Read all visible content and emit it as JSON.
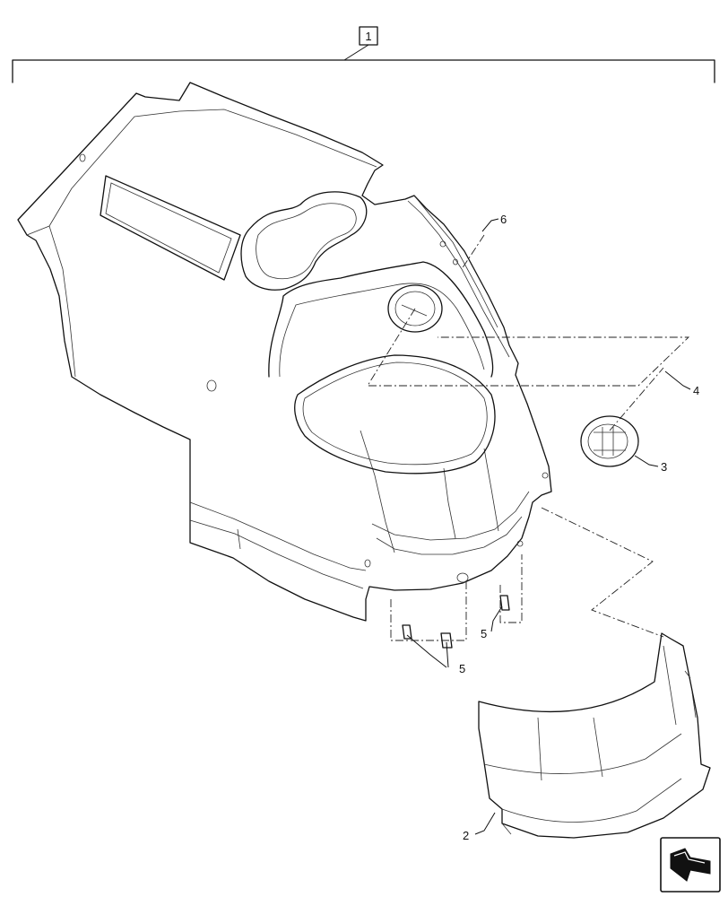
{
  "callouts": {
    "assembly": "1",
    "part_2": "2",
    "part_3": "3",
    "part_4": "4",
    "part_5a": "5",
    "part_5b": "5",
    "part_6": "6"
  },
  "icons": {
    "nav_icon": "next-page-arrow-icon"
  },
  "colors": {
    "line": "#111111",
    "background": "#ffffff"
  }
}
